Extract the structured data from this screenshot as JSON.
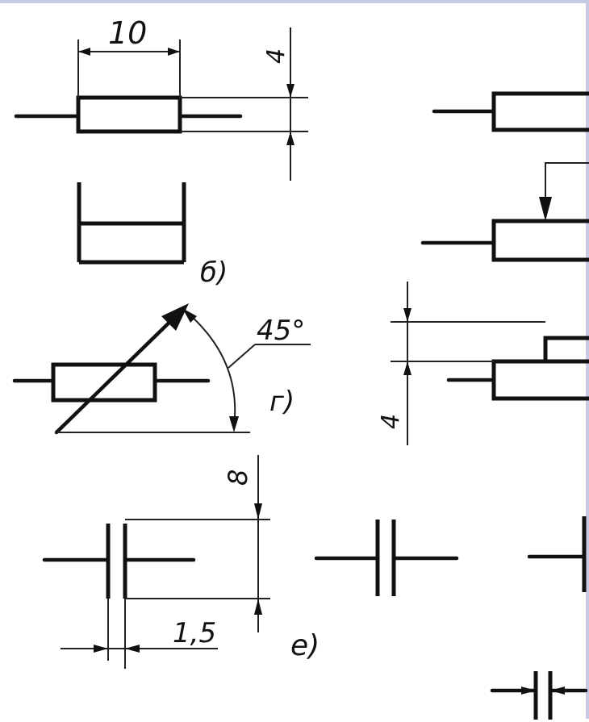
{
  "drawing": {
    "dimensions": {
      "resistor_length": "10",
      "resistor_height": "4",
      "arrow_angle": "45°",
      "capacitor_height": "8",
      "capacitor_gap": "1,5",
      "tap_height": "4"
    },
    "labels": {
      "b": "б)",
      "g": "г)",
      "e": "е)"
    }
  }
}
